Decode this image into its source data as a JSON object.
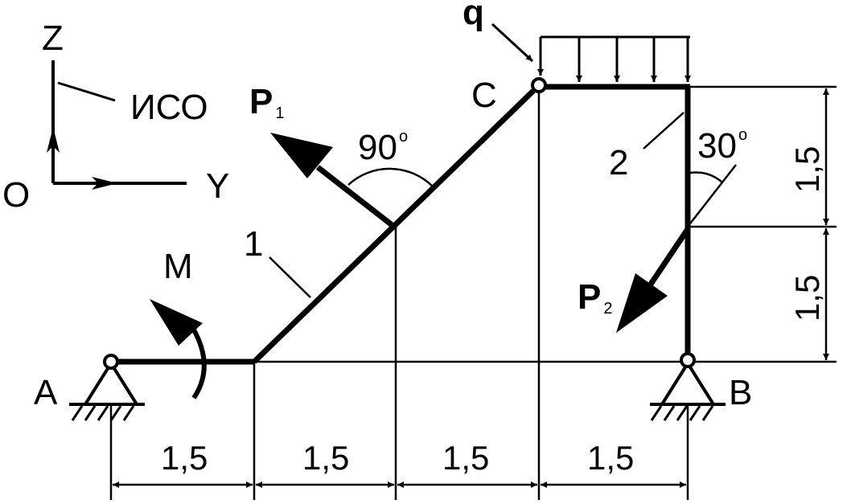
{
  "labels": {
    "axis_z": "Z",
    "axis_y": "Y",
    "origin": "O",
    "frame": "ИСО",
    "point_a": "A",
    "point_b": "B",
    "point_c": "C",
    "load_q": "q",
    "moment": "M",
    "force_p1": "P",
    "force_p1_sub": "1",
    "force_p2": "P",
    "force_p2_sub": "2",
    "rod_1": "1",
    "rod_2": "2",
    "angle_90": "90",
    "angle_30": "30",
    "degree_mark": "o"
  },
  "dimensions": {
    "horizontal": [
      "1,5",
      "1,5",
      "1,5",
      "1,5"
    ],
    "vertical": [
      "1,5",
      "1,5"
    ]
  }
}
